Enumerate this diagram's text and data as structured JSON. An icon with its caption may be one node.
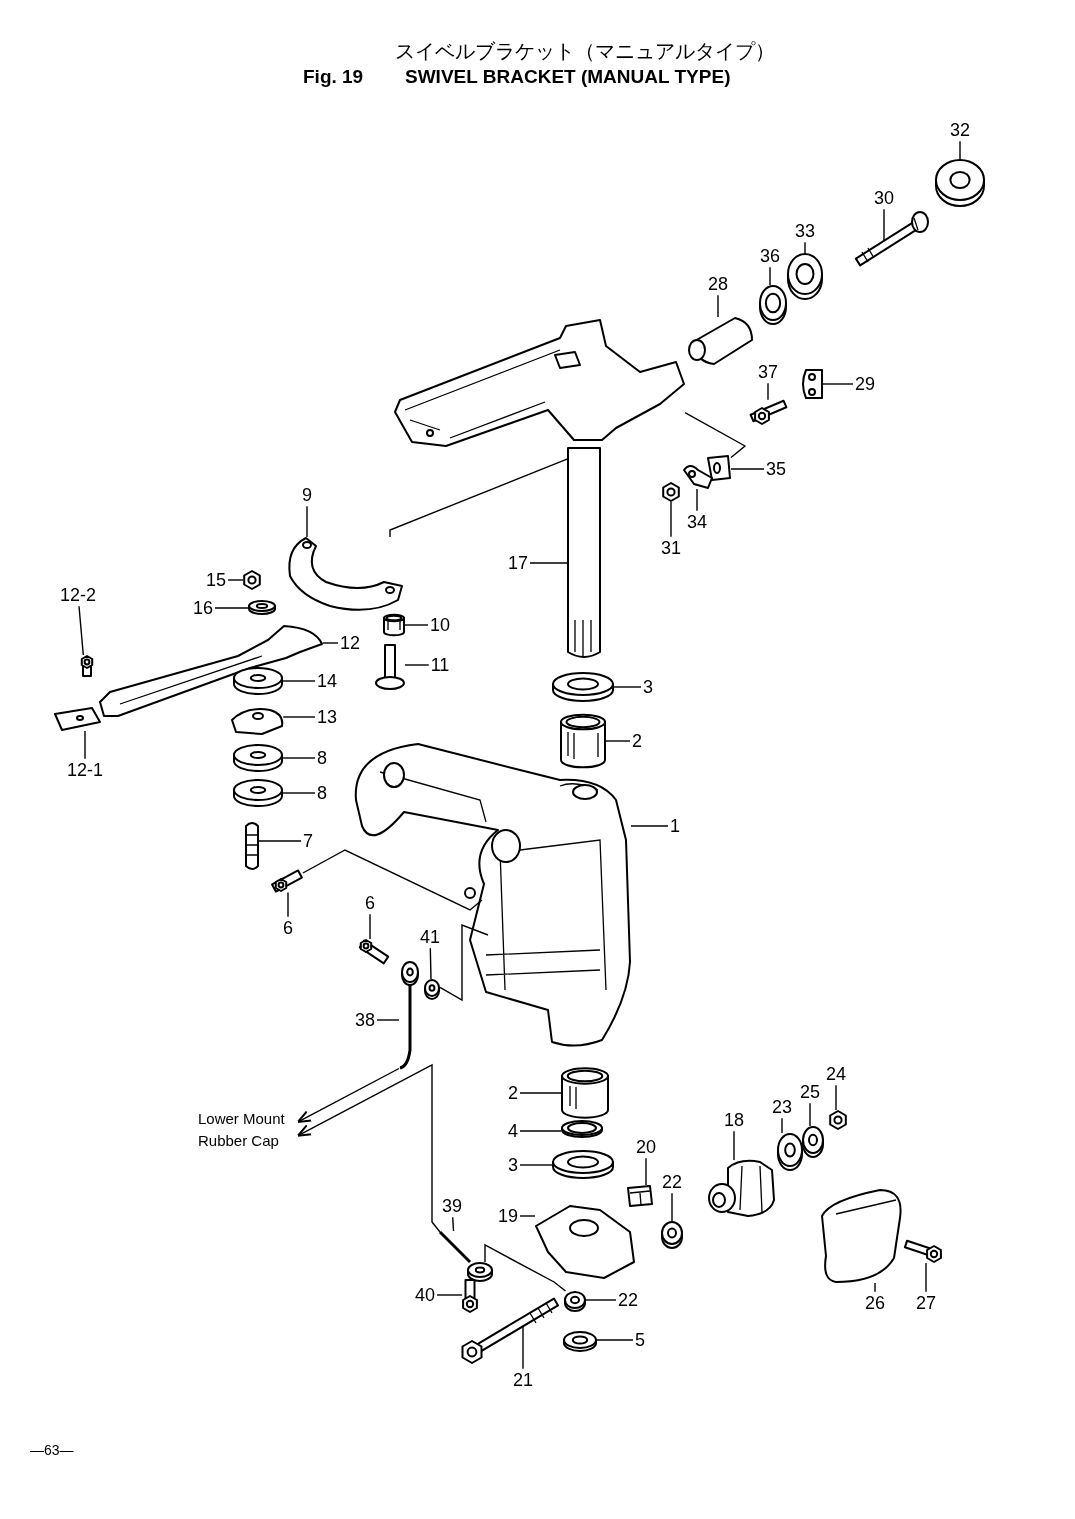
{
  "diagram": {
    "title": "SWIVEL BRACKET (MANUAL TYPE)",
    "nodes": [
      {
        "text": [
          "32"
        ]
      },
      {
        "text": [
          "30"
        ]
      },
      {
        "text": [
          "33"
        ]
      },
      {
        "text": [
          "36"
        ]
      },
      {
        "text": [
          "28"
        ]
      },
      {
        "text": [
          "37"
        ]
      },
      {
        "text": [
          "29"
        ]
      },
      {
        "text": [
          "35"
        ]
      },
      {
        "text": [
          "34"
        ]
      },
      {
        "text": [
          "31"
        ]
      },
      {
        "text": [
          "9"
        ]
      },
      {
        "text": [
          "17"
        ]
      },
      {
        "text": [
          "15"
        ]
      },
      {
        "text": [
          "12-2"
        ]
      },
      {
        "text": [
          "16"
        ]
      },
      {
        "text": [
          "10"
        ]
      },
      {
        "text": [
          "12"
        ]
      },
      {
        "text": [
          "11"
        ]
      },
      {
        "text": [
          "14"
        ]
      },
      {
        "text": [
          "3"
        ]
      },
      {
        "text": [
          "13"
        ]
      },
      {
        "text": [
          "2"
        ]
      },
      {
        "text": [
          "8"
        ]
      },
      {
        "text": [
          "12-1"
        ]
      },
      {
        "text": [
          "8"
        ]
      },
      {
        "text": [
          "1"
        ]
      },
      {
        "text": [
          "7"
        ]
      },
      {
        "text": [
          "6"
        ]
      },
      {
        "text": [
          "6"
        ]
      },
      {
        "text": [
          "41"
        ]
      },
      {
        "text": [
          "38"
        ]
      },
      {
        "text": [
          "2"
        ]
      },
      {
        "text": [
          "24"
        ]
      },
      {
        "text": [
          "25"
        ]
      },
      {
        "text": [
          "23"
        ]
      },
      {
        "text": [
          "18"
        ]
      },
      {
        "text": [
          "Lower Mount Rubber Cap"
        ]
      },
      {
        "text": [
          "4"
        ]
      },
      {
        "text": [
          "20"
        ]
      },
      {
        "text": [
          "3"
        ]
      },
      {
        "text": [
          "22"
        ]
      },
      {
        "text": [
          "39"
        ]
      },
      {
        "text": [
          "19"
        ]
      },
      {
        "text": [
          "40"
        ]
      },
      {
        "text": [
          "22"
        ]
      },
      {
        "text": [
          "26"
        ]
      },
      {
        "text": [
          "27"
        ]
      },
      {
        "text": [
          "5"
        ]
      },
      {
        "text": [
          "21"
        ]
      },
      {
        "text": [],
        "shape": "picture"
      },
      {
        "text": [],
        "shape": "picture"
      },
      {
        "text": [],
        "shape": "picture"
      },
      {
        "text": [],
        "shape": "picture"
      },
      {
        "text": [],
        "shape": "picture"
      },
      {
        "text": [],
        "shape": "picture"
      },
      {
        "text": [],
        "shape": "picture"
      },
      {
        "text": [],
        "shape": "picture"
      },
      {
        "text": [],
        "shape": "picture"
      },
      {
        "text": [],
        "shape": "picture"
      },
      {
        "text": [],
        "shape": "picture"
      },
      {
        "text": [],
        "shape": "picture"
      },
      {
        "text": [],
        "shape": "picture"
      },
      {
        "text": [],
        "shape": "picture"
      },
      {
        "text": [],
        "shape": "picture"
      },
      {
        "text": [],
        "shape": "picture"
      },
      {
        "text": [],
        "shape": "picture"
      },
      {
        "text": [],
        "shape": "picture"
      },
      {
        "text": [],
        "shape": "picture"
      },
      {
        "text": [],
        "shape": "picture"
      },
      {
        "text": [],
        "shape": "picture"
      },
      {
        "text": [],
        "shape": "picture"
      },
      {
        "text": [],
        "shape": "picture"
      },
      {
        "text": [],
        "shape": "picture"
      },
      {
        "text": [],
        "shape": "picture"
      },
      {
        "text": [],
        "shape": "picture"
      },
      {
        "text": [],
        "shape": "picture"
      },
      {
        "text": [],
        "shape": "picture"
      },
      {
        "text": [],
        "shape": "picture"
      },
      {
        "text": [],
        "shape": "picture"
      },
      {
        "text": [],
        "shape": "picture"
      },
      {
        "text": [],
        "shape": "picture"
      },
      {
        "text": [],
        "shape": "picture"
      },
      {
        "text": [],
        "shape": "picture"
      },
      {
        "text": [],
        "shape": "picture"
      },
      {
        "text": [],
        "shape": "picture"
      },
      {
        "text": [],
        "shape": "picture"
      },
      {
        "text": [],
        "shape": "picture"
      },
      {
        "text": [],
        "shape": "picture"
      },
      {
        "text": [],
        "shape": "picture"
      },
      {
        "text": [],
        "shape": "picture"
      },
      {
        "text": [],
        "shape": "picture"
      },
      {
        "text": [],
        "shape": "picture"
      },
      {
        "text": [],
        "shape": "picture"
      },
      {
        "text": [],
        "shape": "picture"
      },
      {
        "text": [],
        "shape": "picture"
      },
      {
        "text": [],
        "shape": "picture"
      },
      {
        "text": [],
        "shape": "picture"
      },
      {
        "text": [],
        "shape": "picture"
      }
    ],
    "edges": [
      {
        "from": 0,
        "to": 49,
        "arrow": "none"
      },
      {
        "from": 1,
        "to": 50,
        "arrow": "none"
      },
      {
        "from": 2,
        "to": 51,
        "arrow": "none"
      },
      {
        "from": 3,
        "to": 52,
        "arrow": "none"
      },
      {
        "from": 4,
        "to": 53,
        "arrow": "none"
      },
      {
        "from": 5,
        "to": 54,
        "arrow": "none"
      },
      {
        "from": 6,
        "to": 55,
        "arrow": "none"
      },
      {
        "from": 7,
        "to": 56,
        "arrow": "none"
      },
      {
        "from": 8,
        "to": 57,
        "arrow": "none"
      },
      {
        "from": 9,
        "to": 58,
        "arrow": "none"
      },
      {
        "from": 10,
        "to": 59,
        "arrow": "none"
      },
      {
        "from": 11,
        "to": 60,
        "arrow": "none"
      },
      {
        "from": 12,
        "to": 61,
        "arrow": "none"
      },
      {
        "from": 13,
        "to": 62,
        "arrow": "none"
      },
      {
        "from": 14,
        "to": 63,
        "arrow": "none"
      },
      {
        "from": 15,
        "to": 64,
        "arrow": "none"
      },
      {
        "from": 16,
        "to": 65,
        "arrow": "none"
      },
      {
        "from": 17,
        "to": 66,
        "arrow": "none"
      },
      {
        "from": 18,
        "to": 67,
        "arrow": "none"
      },
      {
        "from": 19,
        "to": 68,
        "arrow": "none"
      },
      {
        "from": 20,
        "to": 69,
        "arrow": "none"
      },
      {
        "from": 21,
        "to": 70,
        "arrow": "none"
      },
      {
        "from": 22,
        "to": 71,
        "arrow": "none"
      },
      {
        "from": 23,
        "to": 72,
        "arrow": "none"
      },
      {
        "from": 24,
        "to": 73,
        "arrow": "none"
      },
      {
        "from": 25,
        "to": 74,
        "arrow": "none"
      },
      {
        "from": 26,
        "to": 75,
        "arrow": "none"
      },
      {
        "from": 27,
        "to": 76,
        "arrow": "none"
      },
      {
        "from": 28,
        "to": 77,
        "arrow": "none"
      },
      {
        "from": 29,
        "to": 78,
        "arrow": "none"
      },
      {
        "from": 30,
        "to": 79,
        "arrow": "none"
      },
      {
        "from": 31,
        "to": 80,
        "arrow": "none"
      },
      {
        "from": 32,
        "to": 81,
        "arrow": "none"
      },
      {
        "from": 33,
        "to": 82,
        "arrow": "none"
      },
      {
        "from": 34,
        "to": 83,
        "arrow": "none"
      },
      {
        "from": 35,
        "to": 84,
        "arrow": "none"
      },
      {
        "from": 37,
        "to": 85,
        "arrow": "none"
      },
      {
        "from": 38,
        "to": 86,
        "arrow": "none"
      },
      {
        "from": 39,
        "to": 87,
        "arrow": "none"
      },
      {
        "from": 40,
        "to": 88,
        "arrow": "none"
      },
      {
        "from": 41,
        "to": 89,
        "arrow": "none"
      },
      {
        "from": 42,
        "to": 90,
        "arrow": "none"
      },
      {
        "from": 43,
        "to": 91,
        "arrow": "none"
      },
      {
        "from": 44,
        "to": 92,
        "arrow": "none"
      },
      {
        "from": 45,
        "to": 93,
        "arrow": "none"
      },
      {
        "from": 46,
        "to": 94,
        "arrow": "none"
      },
      {
        "from": 47,
        "to": 95,
        "arrow": "none"
      },
      {
        "from": 48,
        "to": 96,
        "arrow": "none"
      },
      {
        "from": 79,
        "to": 36,
        "arrow": "to"
      },
      {
        "from": 89,
        "to": 36,
        "arrow": "to"
      },
      {
        "from": 59,
        "to": 60,
        "arrow": "none"
      },
      {
        "from": 97,
        "to": 56,
        "arrow": "none"
      },
      {
        "from": 77,
        "to": 74,
        "arrow": "none"
      },
      {
        "from": 78,
        "to": 74,
        "arrow": "none"
      },
      {
        "from": 89,
        "to": 92,
        "arrow": "none"
      }
    ],
    "labels": [
      "スイベルブラケット（マニュアルタイプ）",
      "Fig. 19",
      "—63—"
    ]
  }
}
